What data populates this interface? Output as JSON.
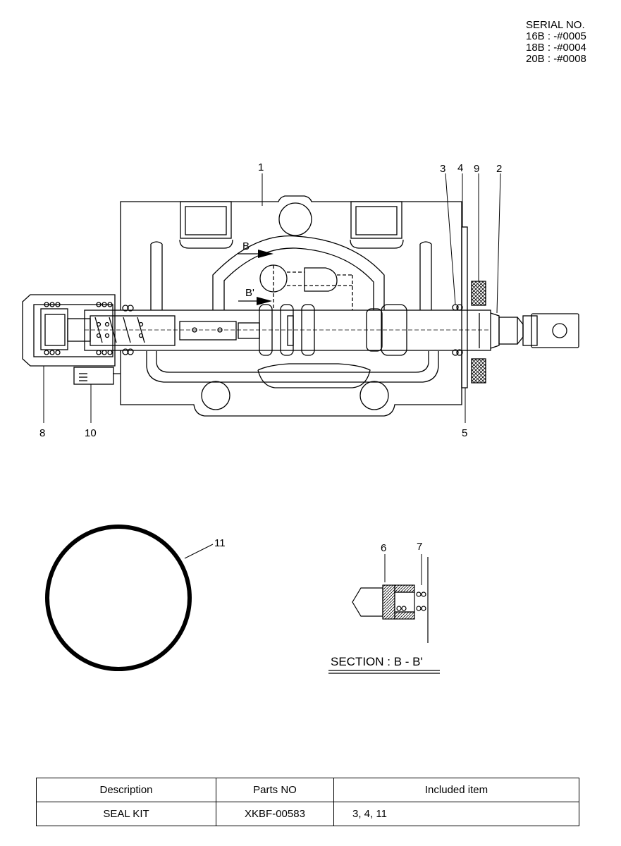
{
  "serial": {
    "heading": "SERIAL NO.",
    "lines": [
      "16B : -#0005",
      "18B : -#0004",
      "20B : -#0008"
    ]
  },
  "callouts": {
    "c1": "1",
    "c2": "2",
    "c3": "3",
    "c4": "4",
    "c5": "5",
    "c6": "6",
    "c7": "7",
    "c8": "8",
    "c9": "9",
    "c10": "10",
    "c11": "11"
  },
  "section": {
    "b": "B",
    "b_prime": "B'",
    "title": "SECTION : B - B'"
  },
  "table": {
    "headers": [
      "Description",
      "Parts NO",
      "Included item"
    ],
    "rows": [
      [
        "SEAL KIT",
        "XKBF-00583",
        "3, 4, 11"
      ]
    ]
  }
}
